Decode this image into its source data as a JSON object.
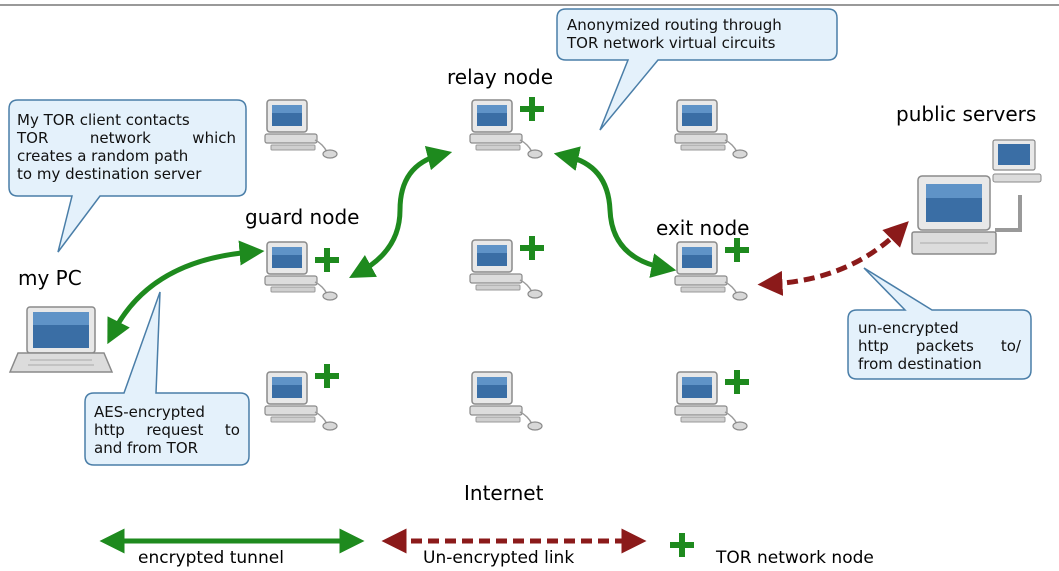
{
  "nodes": {
    "my_pc": "my PC",
    "guard": "guard node",
    "relay": "relay node",
    "exit": "exit node",
    "public_servers": "public servers",
    "internet": "Internet"
  },
  "callouts": {
    "client": {
      "line1": "My TOR client contacts",
      "line2_a": "TOR",
      "line2_b": "network",
      "line2_c": "which",
      "line3": "creates a random path",
      "line4": "to my destination server"
    },
    "routing": {
      "line1": "Anonymized routing through",
      "line2": "TOR network virtual circuits"
    },
    "aes": {
      "line1": "AES-encrypted",
      "line2_a": "http",
      "line2_b": "request",
      "line2_c": "to",
      "line3": "and from TOR"
    },
    "unencrypted": {
      "line1": "un-encrypted",
      "line2_a": "http",
      "line2_b": "packets",
      "line2_c": "to/",
      "line3": "from destination"
    }
  },
  "legend": {
    "encrypted": "encrypted tunnel",
    "unencrypted": "Un-encrypted link",
    "tor_node": "TOR network node"
  },
  "colors": {
    "encrypted": "#1e8a1e",
    "unencrypted": "#8b1a1a",
    "callout_fill": "#e4f1fb",
    "callout_stroke": "#4a7ea8",
    "plus": "#1e8a1e"
  }
}
